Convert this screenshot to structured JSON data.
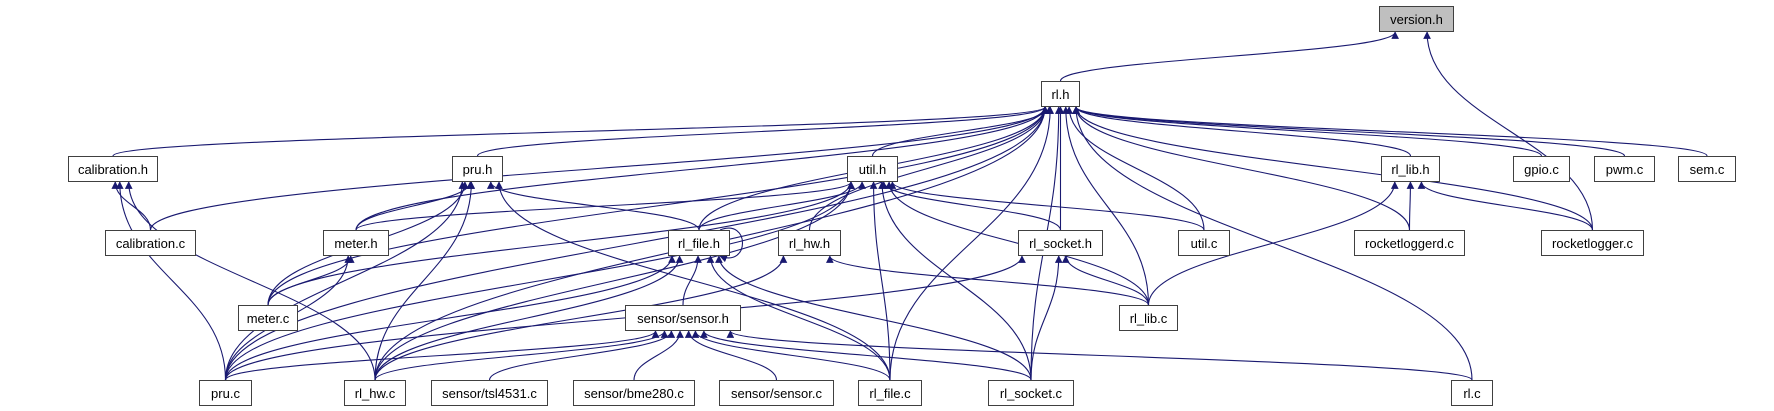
{
  "graph": {
    "edge_color": "#191970",
    "root_fill": "#bfbfbf",
    "nodes": {
      "version_h": "version.h",
      "rl_h": "rl.h",
      "calibration_h": "calibration.h",
      "pru_h": "pru.h",
      "util_h": "util.h",
      "rl_lib_h": "rl_lib.h",
      "gpio_c": "gpio.c",
      "pwm_c": "pwm.c",
      "sem_c": "sem.c",
      "calibration_c": "calibration.c",
      "meter_h": "meter.h",
      "rl_file_h": "rl_file.h",
      "rl_hw_h": "rl_hw.h",
      "rl_socket_h": "rl_socket.h",
      "util_c": "util.c",
      "rocketloggerd_c": "rocketloggerd.c",
      "rocketlogger_c": "rocketlogger.c",
      "meter_c": "meter.c",
      "sensor_h": "sensor/sensor.h",
      "rl_lib_c": "rl_lib.c",
      "pru_c": "pru.c",
      "rl_hw_c": "rl_hw.c",
      "tsl4531_c": "sensor/tsl4531.c",
      "bme280_c": "sensor/bme280.c",
      "sensor_c": "sensor/sensor.c",
      "rl_file_c": "rl_file.c",
      "rl_socket_c": "rl_socket.c",
      "rl_c": "rl.c"
    },
    "edges": [
      [
        "rl_h",
        "version_h"
      ],
      [
        "rocketlogger_c",
        "version_h"
      ],
      [
        "calibration_h",
        "rl_h"
      ],
      [
        "calibration_c",
        "rl_h"
      ],
      [
        "pru_h",
        "rl_h"
      ],
      [
        "meter_h",
        "rl_h"
      ],
      [
        "meter_c",
        "rl_h"
      ],
      [
        "pru_c",
        "rl_h"
      ],
      [
        "rl_hw_c",
        "rl_h"
      ],
      [
        "rl_file_h",
        "rl_h"
      ],
      [
        "rl_hw_h",
        "rl_h"
      ],
      [
        "util_h",
        "rl_h"
      ],
      [
        "rl_socket_h",
        "rl_h"
      ],
      [
        "util_c",
        "rl_h"
      ],
      [
        "rl_file_c",
        "rl_h"
      ],
      [
        "rl_lib_c",
        "rl_h"
      ],
      [
        "rl_socket_c",
        "rl_h"
      ],
      [
        "rl_lib_h",
        "rl_h"
      ],
      [
        "gpio_c",
        "rl_h"
      ],
      [
        "pwm_c",
        "rl_h"
      ],
      [
        "sem_c",
        "rl_h"
      ],
      [
        "rocketloggerd_c",
        "rl_h"
      ],
      [
        "rocketlogger_c",
        "rl_h"
      ],
      [
        "rl_c",
        "rl_h"
      ],
      [
        "calibration_c",
        "calibration_h"
      ],
      [
        "pru_c",
        "calibration_h"
      ],
      [
        "rl_hw_c",
        "calibration_h"
      ],
      [
        "pru_c",
        "pru_h"
      ],
      [
        "meter_h",
        "pru_h"
      ],
      [
        "meter_c",
        "pru_h"
      ],
      [
        "rl_hw_c",
        "pru_h"
      ],
      [
        "rl_file_h",
        "pru_h"
      ],
      [
        "rl_file_c",
        "pru_h"
      ],
      [
        "pru_c",
        "meter_h"
      ],
      [
        "meter_c",
        "meter_h"
      ],
      [
        "meter_h",
        "util_h"
      ],
      [
        "meter_c",
        "util_h"
      ],
      [
        "pru_c",
        "util_h"
      ],
      [
        "rl_hw_c",
        "util_h"
      ],
      [
        "rl_file_h",
        "util_h"
      ],
      [
        "rl_file_c",
        "util_h"
      ],
      [
        "rl_socket_h",
        "util_h"
      ],
      [
        "rl_socket_c",
        "util_h"
      ],
      [
        "util_c",
        "util_h"
      ],
      [
        "rl_lib_c",
        "util_h"
      ],
      [
        "rl_file_h",
        "rl_file_h"
      ],
      [
        "pru_c",
        "rl_file_h"
      ],
      [
        "rl_hw_c",
        "rl_file_h"
      ],
      [
        "sensor_h",
        "rl_file_h"
      ],
      [
        "rl_file_c",
        "rl_file_h"
      ],
      [
        "rl_socket_c",
        "rl_file_h"
      ],
      [
        "rl_hw_c",
        "rl_hw_h"
      ],
      [
        "rl_lib_c",
        "rl_hw_h"
      ],
      [
        "pru_c",
        "rl_socket_h"
      ],
      [
        "rl_socket_c",
        "rl_socket_h"
      ],
      [
        "rl_lib_c",
        "rl_socket_h"
      ],
      [
        "rocketloggerd_c",
        "rl_lib_h"
      ],
      [
        "rocketlogger_c",
        "rl_lib_h"
      ],
      [
        "rl_lib_c",
        "rl_lib_h"
      ],
      [
        "pru_c",
        "sensor_h"
      ],
      [
        "rl_hw_c",
        "sensor_h"
      ],
      [
        "tsl4531_c",
        "sensor_h"
      ],
      [
        "bme280_c",
        "sensor_h"
      ],
      [
        "sensor_c",
        "sensor_h"
      ],
      [
        "rl_file_c",
        "sensor_h"
      ],
      [
        "rl_socket_c",
        "sensor_h"
      ],
      [
        "rl_c",
        "sensor_h"
      ]
    ]
  }
}
